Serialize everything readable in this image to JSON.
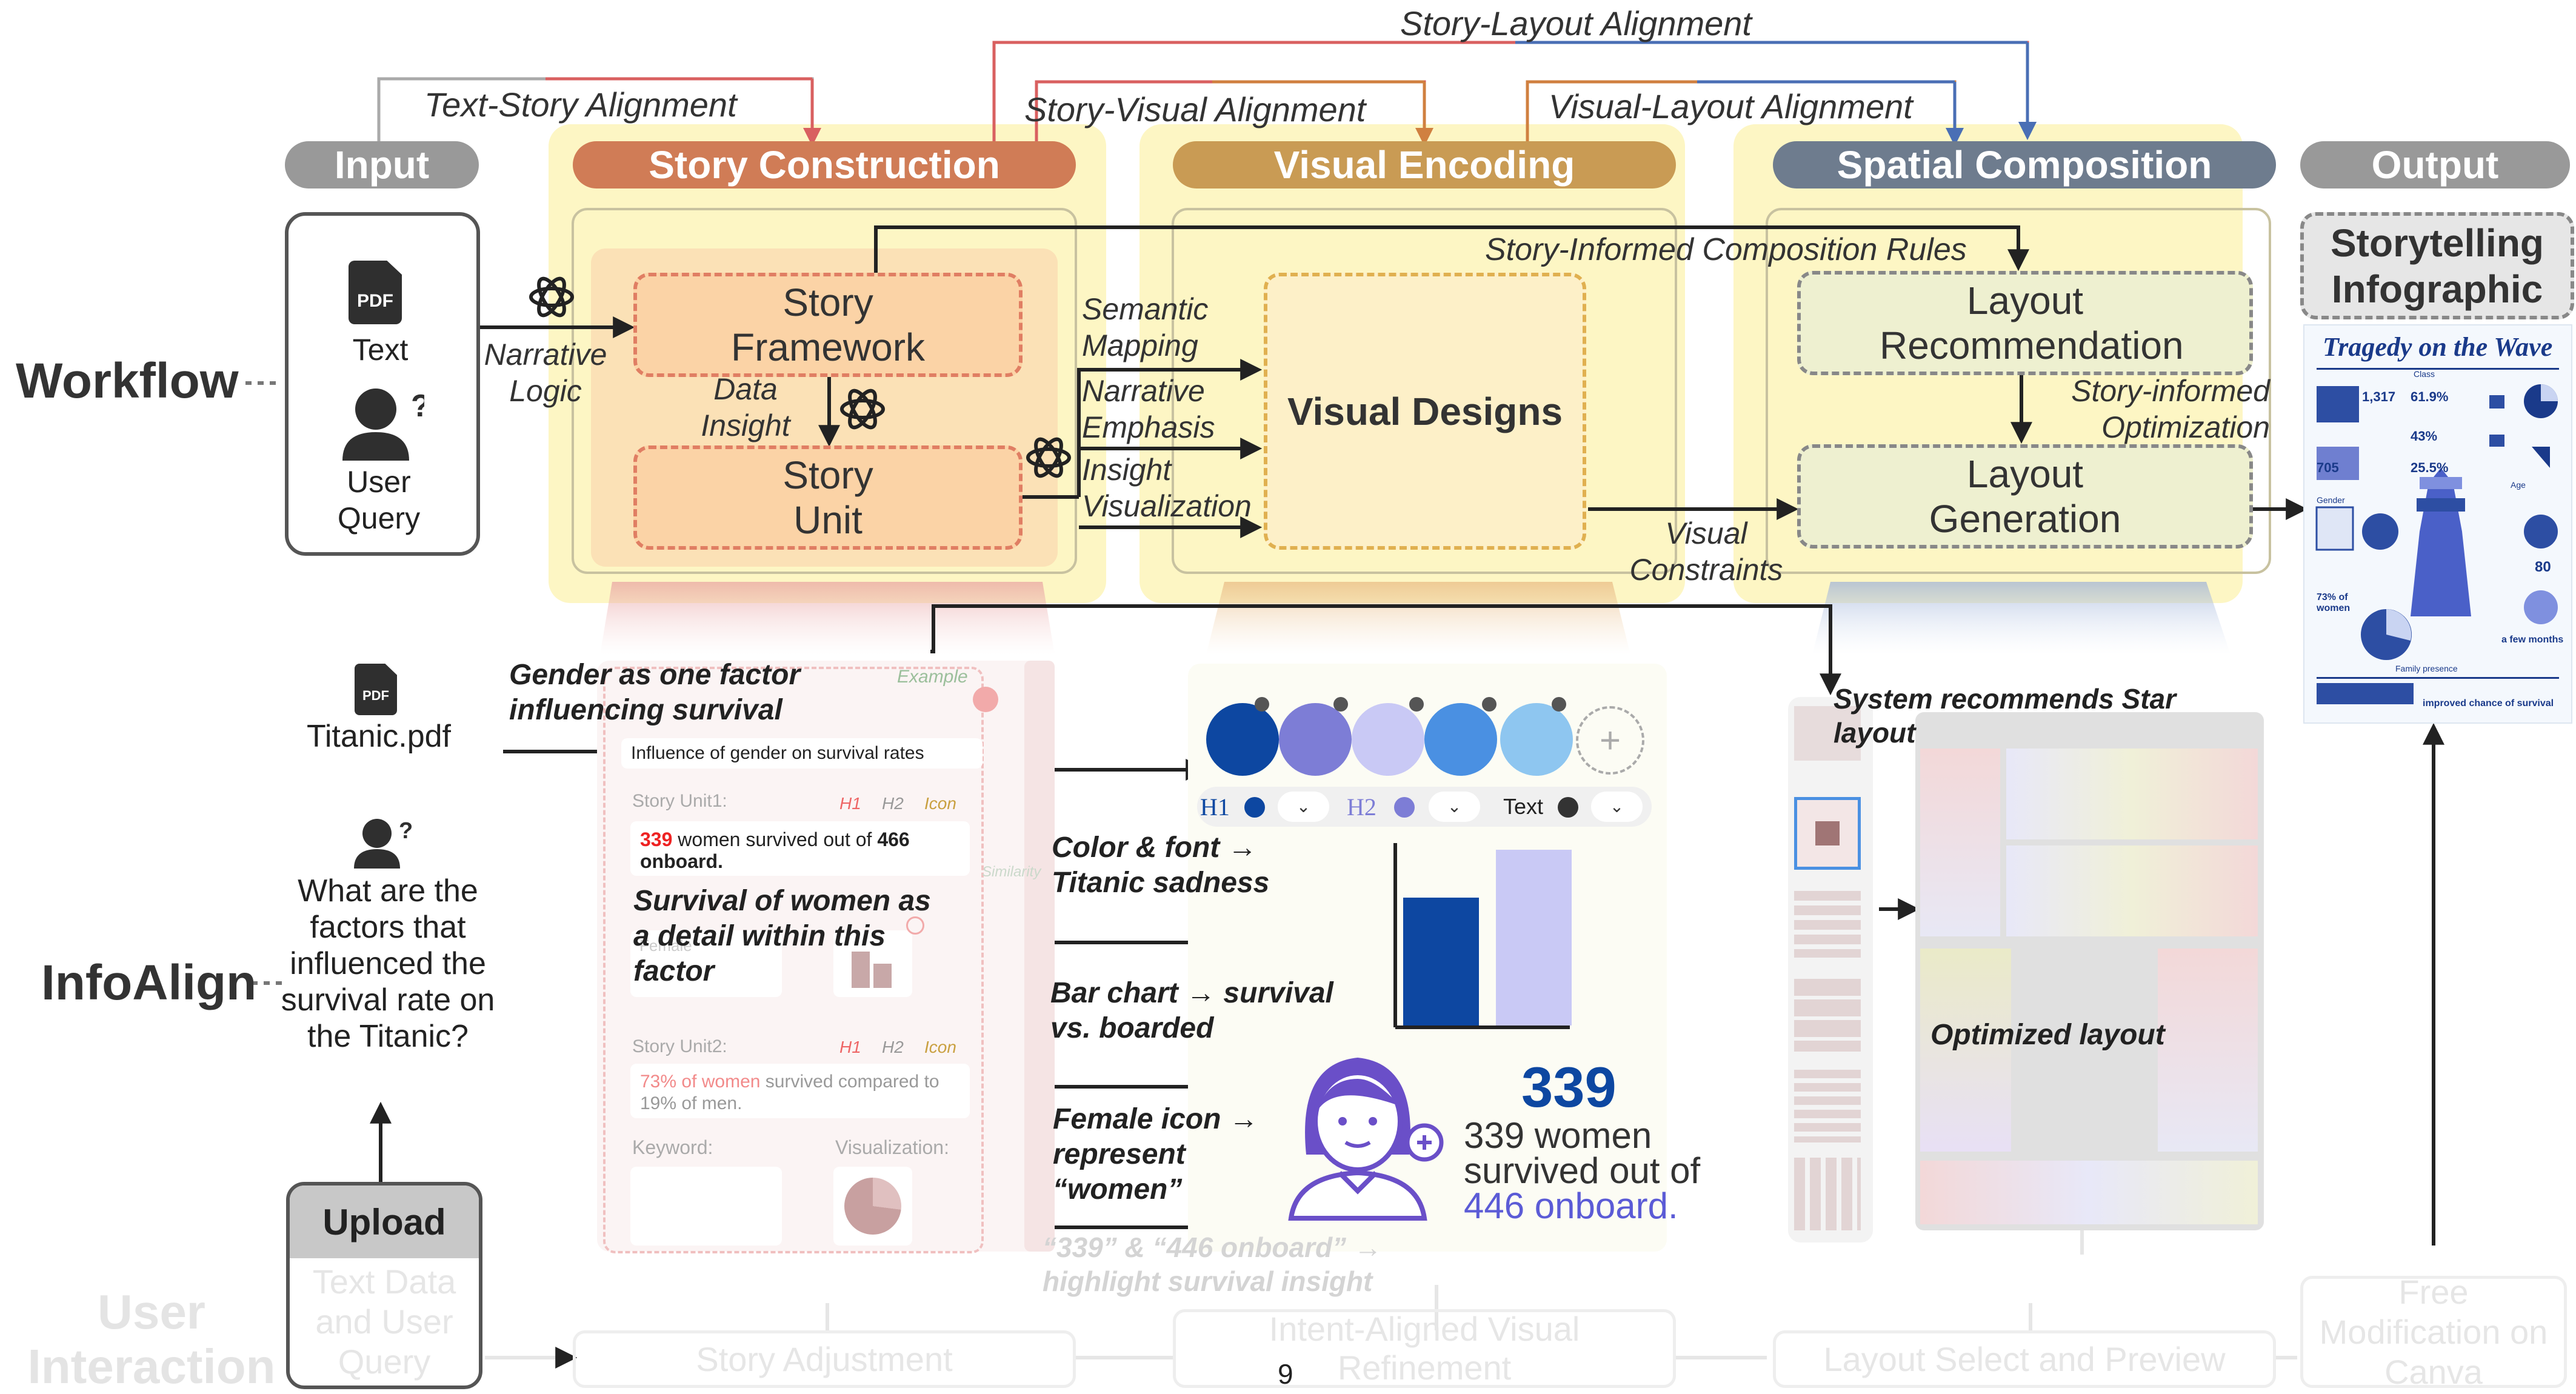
{
  "alignments": {
    "story_layout": "Story-Layout Alignment",
    "text_story": "Text-Story Alignment",
    "story_visual": "Story-Visual Alignment",
    "visual_layout": "Visual-Layout Alignment"
  },
  "stages": {
    "input": "Input",
    "story_construction": "Story Construction",
    "visual_encoding": "Visual Encoding",
    "spatial_composition": "Spatial Composition",
    "output": "Output"
  },
  "row_labels": {
    "workflow": "Workflow",
    "infoalign": "InfoAlign",
    "user_interaction": "User Interaction"
  },
  "workflow": {
    "input_text": "Text",
    "input_query": "User Query",
    "pdf_label": "PDF",
    "narrative_logic": "Narrative Logic",
    "story_framework": "Story Framework",
    "data_insight": "Data Insight",
    "story_unit": "Story Unit",
    "semantic_mapping": "Semantic Mapping",
    "narrative_emphasis": "Narrative Emphasis",
    "insight_visualization": "Insight Visualization",
    "visual_designs": "Visual Designs",
    "story_informed_rules": "Story-Informed Composition Rules",
    "layout_recommendation": "Layout Recommendation",
    "story_informed_optimization": "Story-informed Optimization",
    "layout_generation": "Layout Generation",
    "visual_constraints": "Visual Constraints",
    "output_label": "Storytelling Infographic"
  },
  "infographic": {
    "title": "Tragedy on the Wave",
    "stat1": "1,317",
    "stat2": "61.9%",
    "stat3": "43%",
    "stat4": "705",
    "stat5": "25.5%",
    "stat6": "73% of women",
    "stat7": "80",
    "stat8": "a few months",
    "label_gender": "Gender",
    "label_class": "Class",
    "label_age": "Age",
    "label_family": "Family presence",
    "footer": "improved chance of survival"
  },
  "infoalign": {
    "pdf_name": "Titanic.pdf",
    "question": "What are the factors that influenced the survival rate on the Titanic?",
    "upload": "Upload",
    "gender_factor": "Gender as one factor influencing survival",
    "example": "Example",
    "influence": "Influence of gender on survival rates",
    "story_unit1": "Story Unit1:",
    "h1": "H1",
    "h2": "H2",
    "icon": "Icon",
    "unit1_num1": "339",
    "unit1_text": "women survived out of",
    "unit1_num2": "466",
    "unit1_tail": "onboard.",
    "survival_detail": "Survival of women as a detail within this factor",
    "female": "Female",
    "similarity": "Similarity",
    "story_unit2": "Story Unit2:",
    "unit2_highlight": "73% of women",
    "unit2_text": "survived compared to 19% of men.",
    "keyword": "Keyword:",
    "visualization": "Visualization:",
    "color_font": "Color & font → Titanic sadness",
    "bar_chart": "Bar chart → survival vs. boarded",
    "female_icon": "Female icon → represent “women”",
    "highlight": "“339” & “446 onboard” → highlight survival insight",
    "font_h1": "H1",
    "font_h2": "H2",
    "font_text": "Text",
    "big_number": "339",
    "survived_line1": "339 women",
    "survived_line2": "survived out of",
    "survived_line3": "446 onboard.",
    "system_recommends": "System recommends Star layout",
    "optimized": "Optimized layout"
  },
  "interaction": {
    "text_data": "Text Data and User Query",
    "story_adjustment": "Story Adjustment",
    "visual_refinement": "Intent-Aligned Visual Refinement",
    "layout_select": "Layout Select and Preview",
    "free_mod": "Free Modification on Canva"
  },
  "page_number": "9",
  "colors": {
    "story": "#d07c56",
    "visual": "#c99b54",
    "spatial": "#6e7c8e",
    "gray_pill": "#999999",
    "yellow_bg": "#fdf6c4",
    "palette": [
      "#0d47a1",
      "#7d7dd6",
      "#c9c9f5",
      "#4a90e2",
      "#8ec6f0"
    ]
  },
  "chart_data": {
    "type": "bar",
    "categories": [
      "survived",
      "boarded"
    ],
    "values": [
      339,
      466
    ],
    "ylim": [
      0,
      466
    ],
    "colors": [
      "#0d47a1",
      "#c9c9f5"
    ]
  }
}
